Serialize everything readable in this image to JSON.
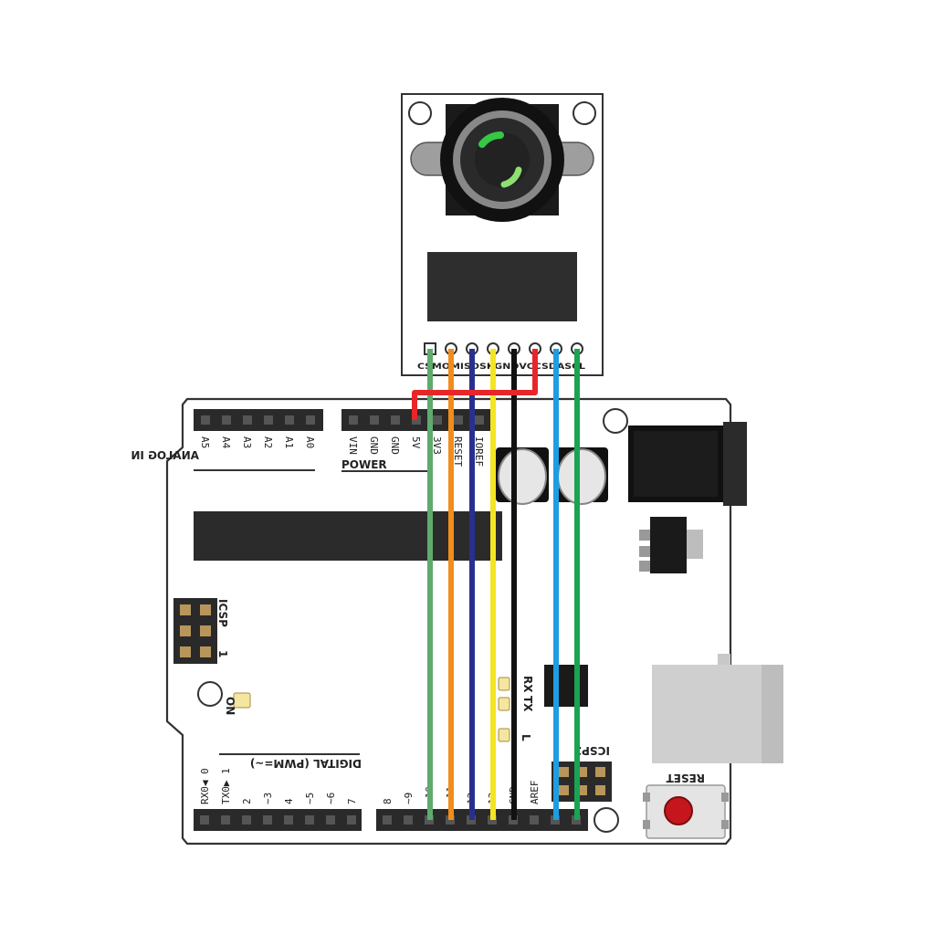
{
  "camera": {
    "pins": [
      "CS",
      "MOSI",
      "MISO",
      "SCK",
      "GND",
      "VCC",
      "SDA",
      "SCL"
    ],
    "pin_label_text": "CSMOMISOSKGNDVCCSDASCL"
  },
  "board": {
    "analog_header": {
      "title": "ANALOG IN",
      "pins": [
        "A5",
        "A4",
        "A3",
        "A2",
        "A1",
        "A0"
      ]
    },
    "power_header": {
      "title": "POWER",
      "pins": [
        "VIN",
        "GND",
        "GND",
        "5V",
        "3V3",
        "RESET",
        "IOREF"
      ]
    },
    "icsp_label": "ICSP",
    "icsp_pin1": "1",
    "icsp2_label": "ICSP2",
    "on_label": "ON",
    "rx_label": "RX",
    "tx_label": "TX",
    "l_label": "L",
    "reset_label": "RESET",
    "digital_title": "DIGITAL (PWM=∼)",
    "digital_low": [
      "RX0◀ 0",
      "TX0▶ 1",
      "2",
      "∼3",
      "4",
      "∼5",
      "∼6",
      "7"
    ],
    "digital_high": [
      "8",
      "∼9",
      "∼10",
      "∼11",
      "12",
      "13",
      "GND",
      "AREF"
    ]
  },
  "wires": [
    {
      "from": "CS",
      "color": "#5faa6e"
    },
    {
      "from": "MOSI",
      "color": "#f28c1c"
    },
    {
      "from": "MISO",
      "color": "#2a2f8f"
    },
    {
      "from": "SCK",
      "color": "#f4e522"
    },
    {
      "from": "GND",
      "color": "#111111"
    },
    {
      "from": "VCC",
      "color": "#e8262a"
    },
    {
      "from": "SDA",
      "color": "#1e9de0"
    },
    {
      "from": "SCL",
      "color": "#1aa352"
    }
  ]
}
